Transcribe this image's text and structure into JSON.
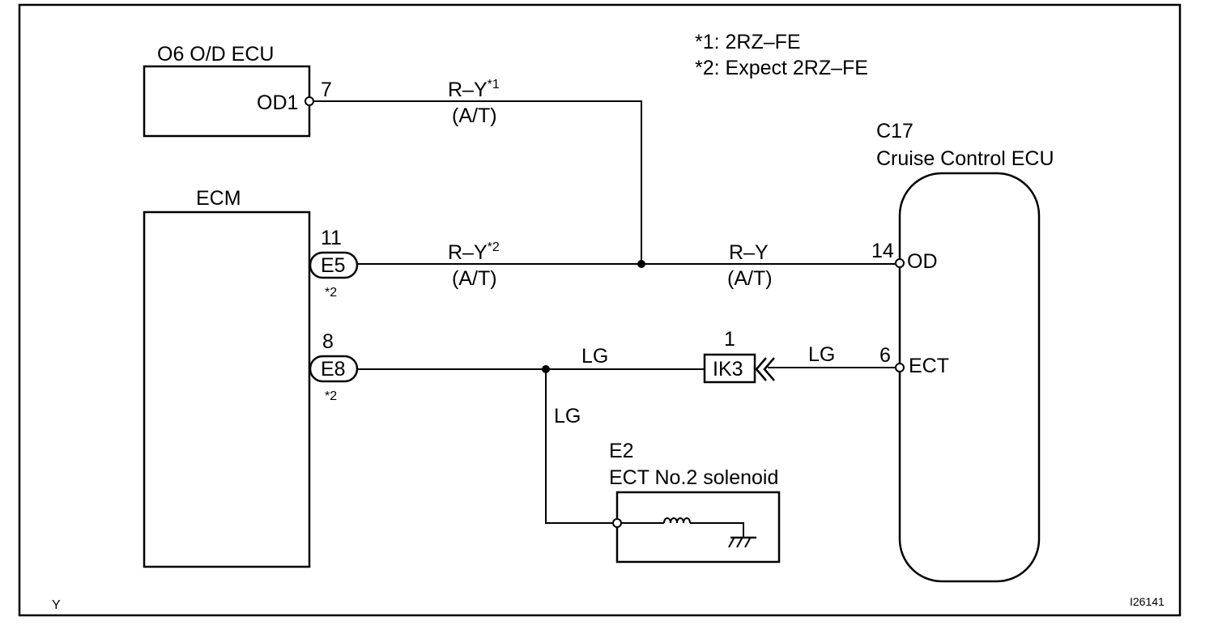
{
  "notes": {
    "note1": "*1: 2RZ–FE",
    "note2": "*2: Expect 2RZ–FE"
  },
  "od_ecu": {
    "title": "O6 O/D ECU",
    "pin_name": "OD1",
    "pin_number": "7"
  },
  "ecm": {
    "title": "ECM",
    "pins": [
      {
        "number": "11",
        "connector": "E5",
        "note": "*2"
      },
      {
        "number": "8",
        "connector": "E8",
        "note": "*2"
      }
    ]
  },
  "cruise_ecu": {
    "code": "C17",
    "title": "Cruise Control ECU",
    "pins": [
      {
        "number": "14",
        "name": "OD"
      },
      {
        "number": "6",
        "name": "ECT"
      }
    ]
  },
  "solenoid": {
    "code": "E2",
    "title": "ECT No.2 solenoid"
  },
  "junction_connector": {
    "pin_number": "1",
    "label": "IK3"
  },
  "wires": {
    "od1_wire": {
      "color": "R–Y",
      "superscript": "*1",
      "note": "(A/T)"
    },
    "e5_wire": {
      "color": "R–Y",
      "superscript": "*2",
      "note": "(A/T)"
    },
    "od_wire": {
      "color": "R–Y",
      "note": "(A/T)"
    },
    "ect_left": {
      "color": "LG"
    },
    "ect_right": {
      "color": "LG"
    },
    "solenoid_branch": {
      "color": "LG"
    }
  },
  "footer": {
    "corner_letter": "Y",
    "figure_id": "I26141"
  }
}
